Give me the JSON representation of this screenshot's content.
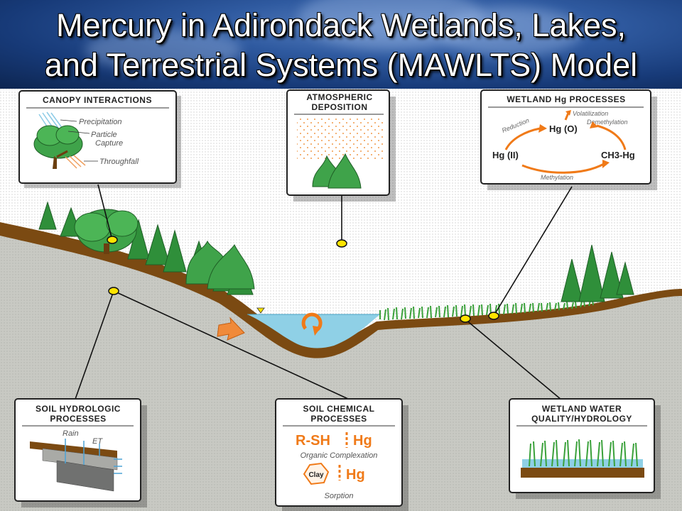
{
  "header": {
    "title_line1": "Mercury in Adirondack Wetlands, Lakes,",
    "title_line2": "and Terrestrial Systems (MAWLTS) Model"
  },
  "boxes": {
    "canopy": {
      "title": "CANOPY INTERACTIONS",
      "labels": {
        "precipitation": "Precipitation",
        "particle": "Particle",
        "capture": "Capture",
        "throughfall": "Throughfall"
      }
    },
    "atmospheric": {
      "title_line1": "ATMOSPHERIC",
      "title_line2": "DEPOSITION"
    },
    "wetland_hg": {
      "title": "WETLAND Hg PROCESSES",
      "labels": {
        "volatilization": "Volatilization",
        "demethylation": "Demethylation",
        "reduction": "Reduction",
        "hg0": "Hg (O)",
        "hg2": "Hg (II)",
        "ch3hg": "CH3-Hg",
        "methylation": "Methylation"
      }
    },
    "soil_hydrologic": {
      "title_line1": "SOIL HYDROLOGIC",
      "title_line2": "PROCESSES",
      "labels": {
        "rain": "Rain",
        "et": "ET"
      }
    },
    "soil_chemical": {
      "title_line1": "SOIL CHEMICAL",
      "title_line2": "PROCESSES",
      "labels": {
        "rsh": "R-SH",
        "hg": "Hg",
        "organic": "Organic Complexation",
        "clay": "Clay",
        "sorption": "Sorption"
      }
    },
    "wetland_water": {
      "title_line1": "WETLAND WATER",
      "title_line2": "QUALITY/HYDROLOGY"
    }
  },
  "colors": {
    "soil_brown": "#7b4a12",
    "ground_gray": "#c7c8c2",
    "water_blue": "#8fd0e6",
    "tree_green": "#2f8f3a",
    "accent_orange": "#f07a18",
    "marker_yellow": "#ffe400"
  }
}
